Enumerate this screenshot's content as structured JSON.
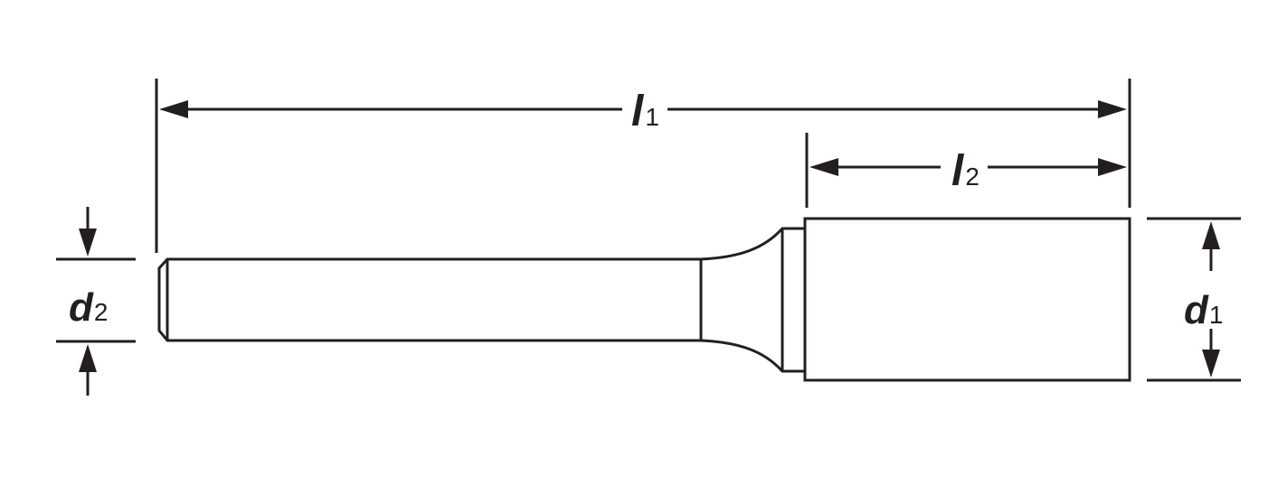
{
  "dimensions": {
    "l1": {
      "symbol": "l",
      "subscript": "1"
    },
    "l2": {
      "symbol": "l",
      "subscript": "2"
    },
    "d1": {
      "symbol": "d",
      "subscript": "1"
    },
    "d2": {
      "symbol": "d",
      "subscript": "2"
    }
  },
  "colors": {
    "line": "#231f20",
    "background": "#ffffff"
  }
}
